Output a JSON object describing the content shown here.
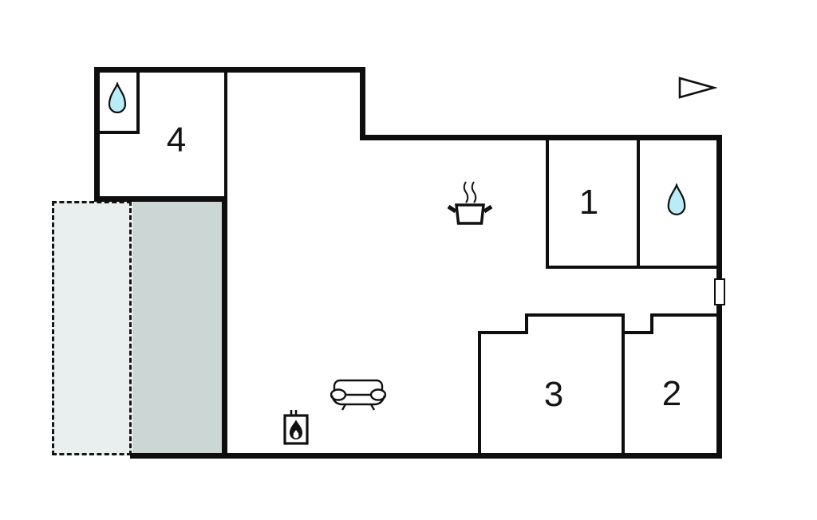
{
  "floorplan": {
    "rooms": [
      {
        "id": "room-1",
        "number": "1"
      },
      {
        "id": "room-2",
        "number": "2"
      },
      {
        "id": "room-3",
        "number": "3"
      },
      {
        "id": "room-4",
        "number": "4"
      }
    ],
    "icons": [
      {
        "name": "water-drop",
        "location": "room-4-ensuite"
      },
      {
        "name": "water-drop",
        "location": "bathroom-top-right"
      },
      {
        "name": "cooking-pot",
        "location": "kitchen-area"
      },
      {
        "name": "sofa",
        "location": "living-area"
      },
      {
        "name": "fireplace",
        "location": "living-area"
      },
      {
        "name": "entrance-arrow",
        "location": "outside-top-right"
      },
      {
        "name": "window-marker",
        "location": "right-wall"
      }
    ],
    "colors": {
      "wall": "#0e0e0e",
      "water_drop_fill": "#b9ecf6",
      "terrace_open_fill": "#e9efee",
      "terrace_covered_fill": "#ccd6d5"
    }
  }
}
